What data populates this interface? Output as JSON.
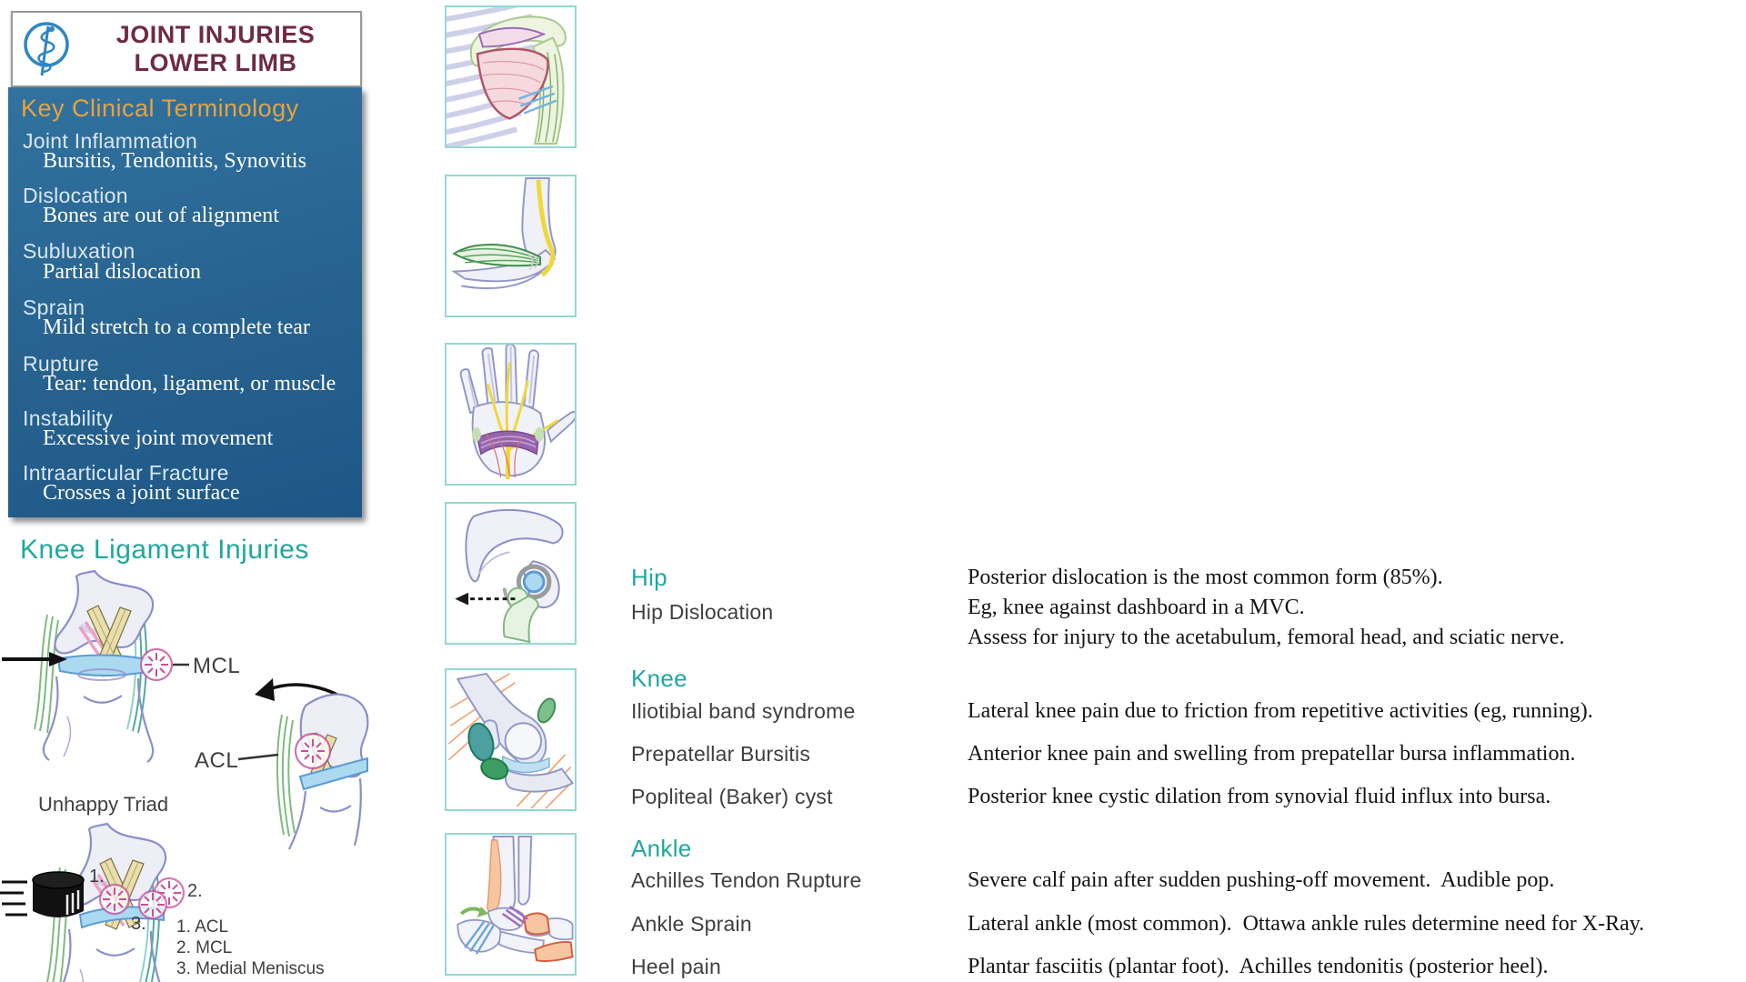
{
  "header": {
    "logo_icon": "asclepius-staff-logo",
    "title_line1": "JOINT INJURIES",
    "title_line2": "LOWER LIMB"
  },
  "terminology": {
    "heading": "Key Clinical Terminology",
    "items": [
      {
        "term": "Joint Inflammation",
        "definition": "Bursitis, Tendonitis, Synovitis"
      },
      {
        "term": "Dislocation",
        "definition": "Bones are out of alignment"
      },
      {
        "term": "Subluxation",
        "definition": "Partial dislocation"
      },
      {
        "term": "Sprain",
        "definition": "Mild stretch to a complete tear"
      },
      {
        "term": "Rupture",
        "definition": "Tear: tendon, ligament, or muscle"
      },
      {
        "term": "Instability",
        "definition": "Excessive joint movement"
      },
      {
        "term": "Intraarticular Fracture",
        "definition": "Crosses a joint surface"
      }
    ]
  },
  "knee_ligament": {
    "heading": "Knee Ligament Injuries",
    "mcl_label": "MCL",
    "acl_label": "ACL",
    "unhappy_triad_label": "Unhappy Triad",
    "markers": {
      "m1": "1.",
      "m2": "2.",
      "m3": "3."
    },
    "legend": [
      "1. ACL",
      "2. MCL",
      "3. Medial Meniscus"
    ]
  },
  "thumbnails": [
    {
      "icon": "shoulder-muscles-icon"
    },
    {
      "icon": "elbow-tendons-icon"
    },
    {
      "icon": "hand-nerves-icon"
    },
    {
      "icon": "hip-dislocation-icon"
    },
    {
      "icon": "knee-bursae-icon"
    },
    {
      "icon": "ankle-ligaments-icon"
    }
  ],
  "sections": {
    "hip": {
      "heading": "Hip",
      "label": "Hip Dislocation",
      "desc_lines": [
        "Posterior dislocation is the most common form (85%).",
        "Eg, knee against dashboard in a MVC.",
        "Assess for injury to the acetabulum, femoral head, and sciatic nerve."
      ]
    },
    "knee": {
      "heading": "Knee",
      "rows": [
        {
          "label": "Iliotibial band syndrome",
          "desc": "Lateral knee pain due to friction from repetitive activities (eg, running)."
        },
        {
          "label": "Prepatellar Bursitis",
          "desc": "Anterior knee pain and swelling from prepatellar bursa inflammation."
        },
        {
          "label": "Popliteal (Baker) cyst",
          "desc": "Posterior knee cystic dilation from synovial fluid influx into bursa."
        }
      ]
    },
    "ankle": {
      "heading": "Ankle",
      "rows": [
        {
          "label": "Achilles Tendon Rupture",
          "desc": "Severe calf pain after sudden pushing-off movement.  Audible pop."
        },
        {
          "label": "Ankle Sprain",
          "desc": "Lateral ankle (most common).  Ottawa ankle rules determine need for X-Ray."
        },
        {
          "label": "Heel pain",
          "desc": "Plantar fasciitis (plantar foot).  Achilles tendonitis (posterior heel)."
        }
      ]
    }
  },
  "colors": {
    "title_maroon": "#6E2B43",
    "panel_blue": "#2B6B9C",
    "heading_orange": "#E9A23B",
    "teal_accent": "#1FA8A0",
    "thumb_border": "#93D9D3",
    "logo_blue": "#2E86C5",
    "injury_marker_pink": "#C8509B"
  }
}
